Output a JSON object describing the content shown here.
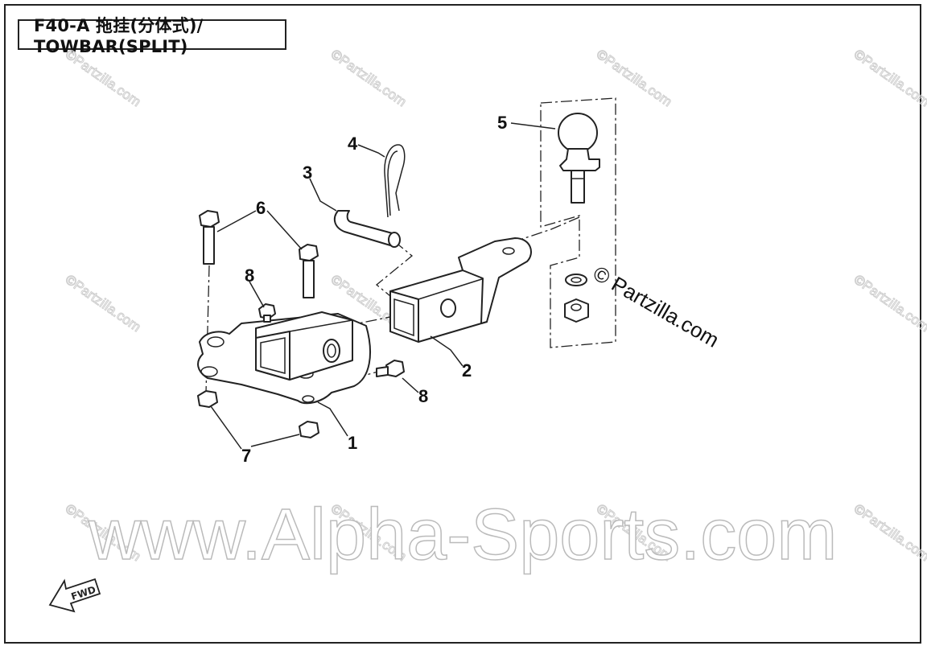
{
  "title": "F40-A 拖挂(分体式)/ TOWBAR(SPLIT)",
  "watermark_small": "©Partzilla.com",
  "watermark_large": "www.Alpha-Sports.com",
  "copyright": "© Partzilla.com",
  "fwd_label": "FWD",
  "callouts": {
    "c1": "1",
    "c2": "2",
    "c3": "3",
    "c4": "4",
    "c5": "5",
    "c6": "6",
    "c7": "7",
    "c8a": "8",
    "c8b": "8"
  }
}
